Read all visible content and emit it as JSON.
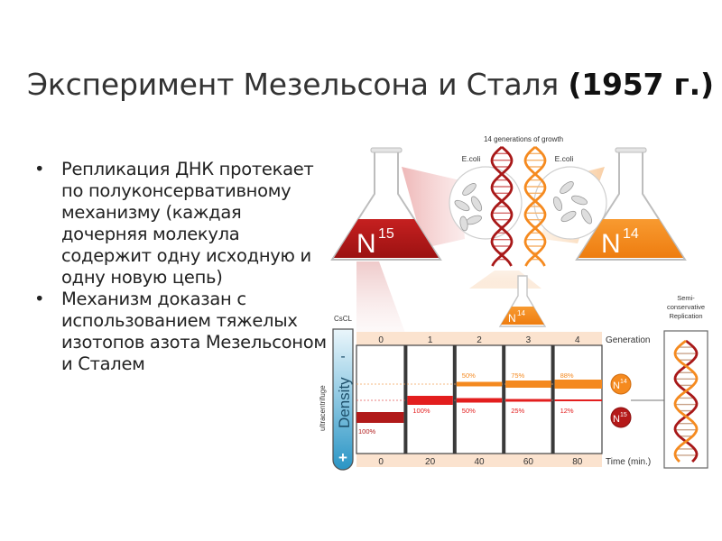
{
  "slide": {
    "title_main": "Эксперимент Мезельсона и Сталя",
    "title_year": "(1957 г.)"
  },
  "bullets": [
    {
      "marker": "•",
      "text": "Репликация ДНК протекает по полуконсервативному механизму (каждая дочерняя молекула содержит одну исходную и одну новую цепь)"
    },
    {
      "marker": "•",
      "text": "Механизм доказан с использованием тяжелых изотопов азота Мезельсоном и Сталем"
    }
  ],
  "diagram": {
    "growth_label": "14 generations of growth",
    "ecoli_left": "E.coli",
    "ecoli_right": "E.coli",
    "flask_n15": {
      "symbol": "N",
      "mass": "15"
    },
    "flask_n14": {
      "symbol": "N",
      "mass": "14"
    },
    "flask_small": {
      "symbol": "N",
      "mass": "14"
    },
    "cscl_label": "CsCL",
    "ultracentrifuge_label": "ultracentrifuge",
    "density_label": "Density",
    "minus_sign": "-",
    "plus_sign": "+",
    "generation_label": "Generation",
    "time_label": "Time (min.)",
    "generations": [
      "0",
      "1",
      "2",
      "3",
      "4"
    ],
    "times": [
      "0",
      "20",
      "40",
      "60",
      "80"
    ],
    "light_percent_labels": [
      "",
      "",
      "50%",
      "75%",
      "88%"
    ],
    "hybrid_percent_labels": [
      "",
      "100%",
      "50%",
      "25%",
      "12%"
    ],
    "heavy_percent_labels": [
      "100%",
      "",
      "",
      "",
      ""
    ],
    "legend_n14": {
      "symbol": "N",
      "mass": "14"
    },
    "legend_n15": {
      "symbol": "N",
      "mass": "15"
    },
    "semi_label": [
      "Semi-",
      "conservative",
      "Replication"
    ],
    "colors": {
      "heavy": "#b11a1a",
      "hybrid": "#e31e1e",
      "light": "#f4891f",
      "dark_red": "#a81818",
      "orange": "#f58a1f"
    }
  }
}
